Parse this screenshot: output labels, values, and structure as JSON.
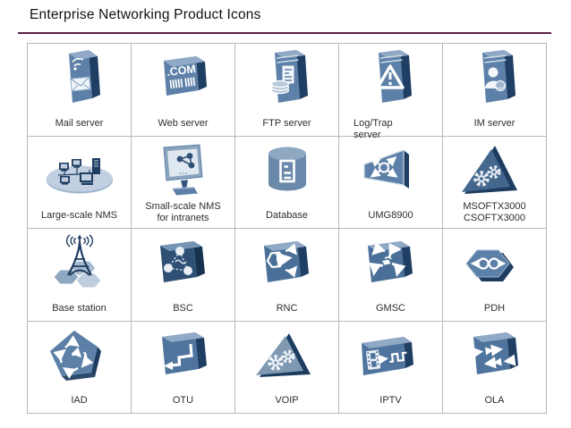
{
  "slide": {
    "title": "Enterprise Networking Product Icons"
  },
  "palette": {
    "accent_rule": "#5c1f43",
    "grid_border": "#b3b9bf",
    "icon_face": "#5d80a8",
    "icon_dark": "#1f3e63",
    "icon_light": "#8fa9c6",
    "label_color": "#2e2e2e"
  },
  "icons": {
    "web_com_text": ".COM"
  },
  "grid": {
    "rows": 4,
    "cols": 5,
    "cells": [
      {
        "label": "Mail server",
        "icon": "mail-server-icon"
      },
      {
        "label": "Web server",
        "icon": "web-server-icon"
      },
      {
        "label": "FTP server",
        "icon": "ftp-server-icon"
      },
      {
        "label": "Log/Trap\nserver",
        "icon": "log-trap-server-icon"
      },
      {
        "label": "IM server",
        "icon": "im-server-icon"
      },
      {
        "label": "Large-scale NMS",
        "icon": "large-scale-nms-icon"
      },
      {
        "label": "Small-scale NMS\nfor intranets",
        "icon": "small-scale-nms-icon"
      },
      {
        "label": "Database",
        "icon": "database-icon"
      },
      {
        "label": "UMG8900",
        "icon": "umg8900-icon"
      },
      {
        "label": "MSOFTX3000\nCSOFTX3000",
        "icon": "msoftx-csoftx-icon"
      },
      {
        "label": "Base station",
        "icon": "base-station-icon"
      },
      {
        "label": "BSC",
        "icon": "bsc-icon"
      },
      {
        "label": "RNC",
        "icon": "rnc-icon"
      },
      {
        "label": "GMSC",
        "icon": "gmsc-icon"
      },
      {
        "label": "PDH",
        "icon": "pdh-icon"
      },
      {
        "label": "IAD",
        "icon": "iad-icon"
      },
      {
        "label": "OTU",
        "icon": "otu-icon"
      },
      {
        "label": "VOIP",
        "icon": "voip-icon"
      },
      {
        "label": "IPTV",
        "icon": "iptv-icon"
      },
      {
        "label": "OLA",
        "icon": "ola-icon"
      }
    ]
  }
}
